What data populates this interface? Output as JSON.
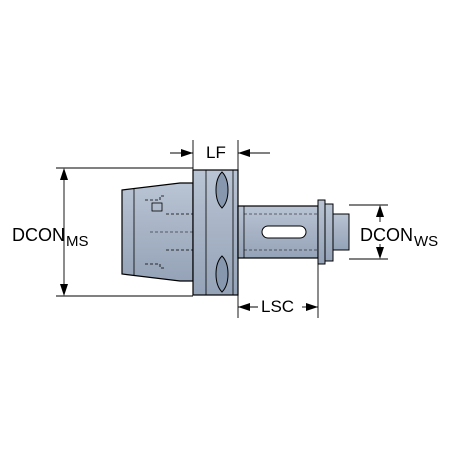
{
  "labels": {
    "lf": "LF",
    "lsc": "LSC",
    "dcon_ms": "DCON",
    "dcon_ms_sub": "MS",
    "dcon_ws": "DCON",
    "dcon_ws_sub": "WS"
  },
  "colors": {
    "body_fill": "#a7b3c5",
    "body_dark": "#8797ad",
    "outline": "#000000",
    "dimension": "#000000"
  }
}
